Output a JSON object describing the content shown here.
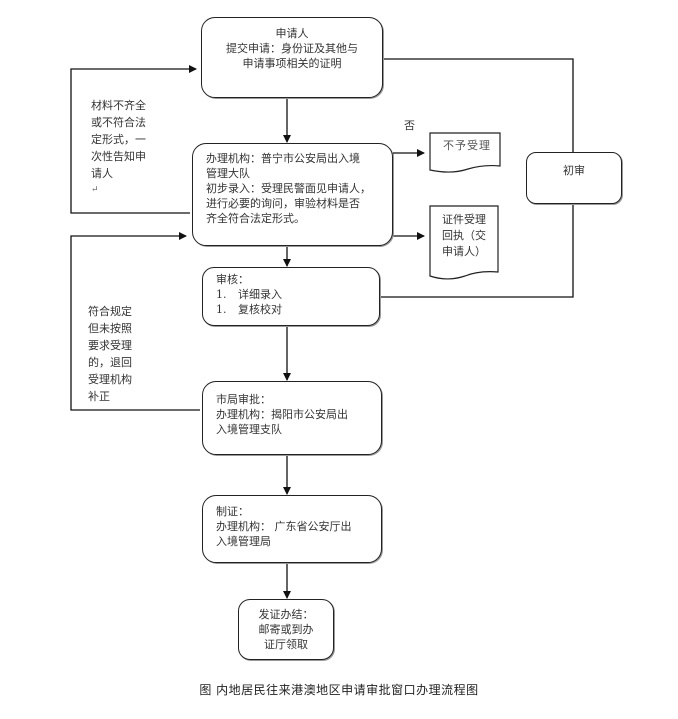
{
  "diagram": {
    "caption": "图  内地居民往来港澳地区申请审批窗口办理流程图",
    "nodes": {
      "applicant": {
        "lines": [
          "申请人",
          "提交申请：身份证及其他与",
          "申请事项相关的证明"
        ]
      },
      "initial_entry": {
        "lines": [
          "办理机构：普宁市公安局出入境",
          "管理大队",
          "初步录入：受理民警面见申请人，",
          "进行必要的询问，审验材料是否",
          "齐全符合法定形式。"
        ]
      },
      "not_accepted": {
        "label": "不予受理"
      },
      "receipt": {
        "lines": [
          "证件受理",
          "回执（交",
          "申请人）"
        ]
      },
      "initial_review": {
        "label": "初审"
      },
      "review": {
        "title": "审核：",
        "items": [
          {
            "num": "1.",
            "text": "详细录入"
          },
          {
            "num": "1.",
            "text": "复核校对"
          }
        ]
      },
      "city_approval": {
        "lines": [
          "市局审批：",
          "办理机构：揭阳市公安局出",
          "入境管理支队"
        ]
      },
      "issuance": {
        "lines": [
          "制证：",
          "办理机构：  广东省公安厅出",
          "入境管理局"
        ]
      },
      "completion": {
        "lines": [
          "发证办结：",
          "邮寄或到办",
          "证厅领取"
        ]
      }
    },
    "side_notes": {
      "incomplete": {
        "lines": [
          "材料不齐全",
          "或不符合法",
          "定形式，一",
          "次性告知申",
          "请人"
        ],
        "return_mark": "↵"
      },
      "return_correction": {
        "lines": [
          "符合规定",
          "但未按照",
          "要求受理",
          "的，退回",
          "受理机构",
          "补正"
        ]
      },
      "no_label": "否"
    }
  }
}
